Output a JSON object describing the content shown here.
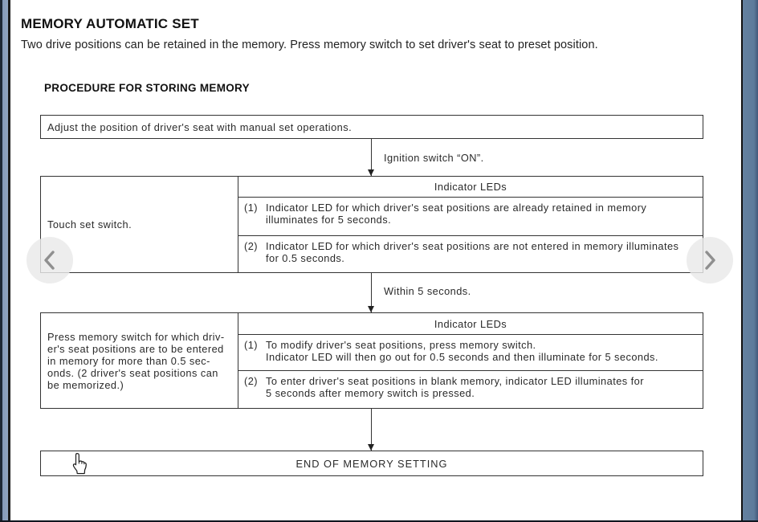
{
  "page": {
    "title": "MEMORY AUTOMATIC SET",
    "subtitle": "Two drive positions can be retained in the memory. Press memory switch to set driver's seat to preset position.",
    "section_heading": "PROCEDURE FOR STORING MEMORY"
  },
  "flowchart": {
    "step1": "Adjust the position of driver's seat with manual set operations.",
    "arrow1_label": "Ignition switch “ON”.",
    "table1": {
      "left": "Touch set switch.",
      "header": "Indicator LEDs",
      "rows": [
        {
          "num": "(1)",
          "text": "Indicator LED for which driver's seat positions are already retained in memory\nilluminates for 5 seconds."
        },
        {
          "num": "(2)",
          "text": "Indicator LED for which driver's seat positions are not entered in memory illuminates\nfor 0.5 seconds."
        }
      ]
    },
    "arrow2_label": "Within 5 seconds.",
    "table2": {
      "left": "Press memory switch for which driv-\ner's seat positions are to be entered\nin memory for more than 0.5 sec-\nonds. (2 driver's seat positions can\nbe memorized.)",
      "header": "Indicator LEDs",
      "rows": [
        {
          "num": "(1)",
          "text": "To modify driver's seat positions, press memory switch.\nIndicator LED will then go out for 0.5 seconds and then illuminate for 5 seconds."
        },
        {
          "num": "(2)",
          "text": "To enter driver's seat positions in blank memory, indicator LED illuminates for\n5 seconds after memory switch is pressed."
        }
      ]
    },
    "end_box": "END OF MEMORY SETTING"
  },
  "icons": {
    "chevron_left": "previous-page-chevron",
    "chevron_right": "next-page-chevron",
    "hand_cursor": "hand-pointer"
  },
  "colors": {
    "border": "#333333",
    "side_bar_left": "#8398b7",
    "side_bar_right": "#5e7b9b",
    "edge_navy": "#1d2735",
    "nav_circle": "#e9e9e9",
    "chevron_gray": "#8f8f8f"
  }
}
